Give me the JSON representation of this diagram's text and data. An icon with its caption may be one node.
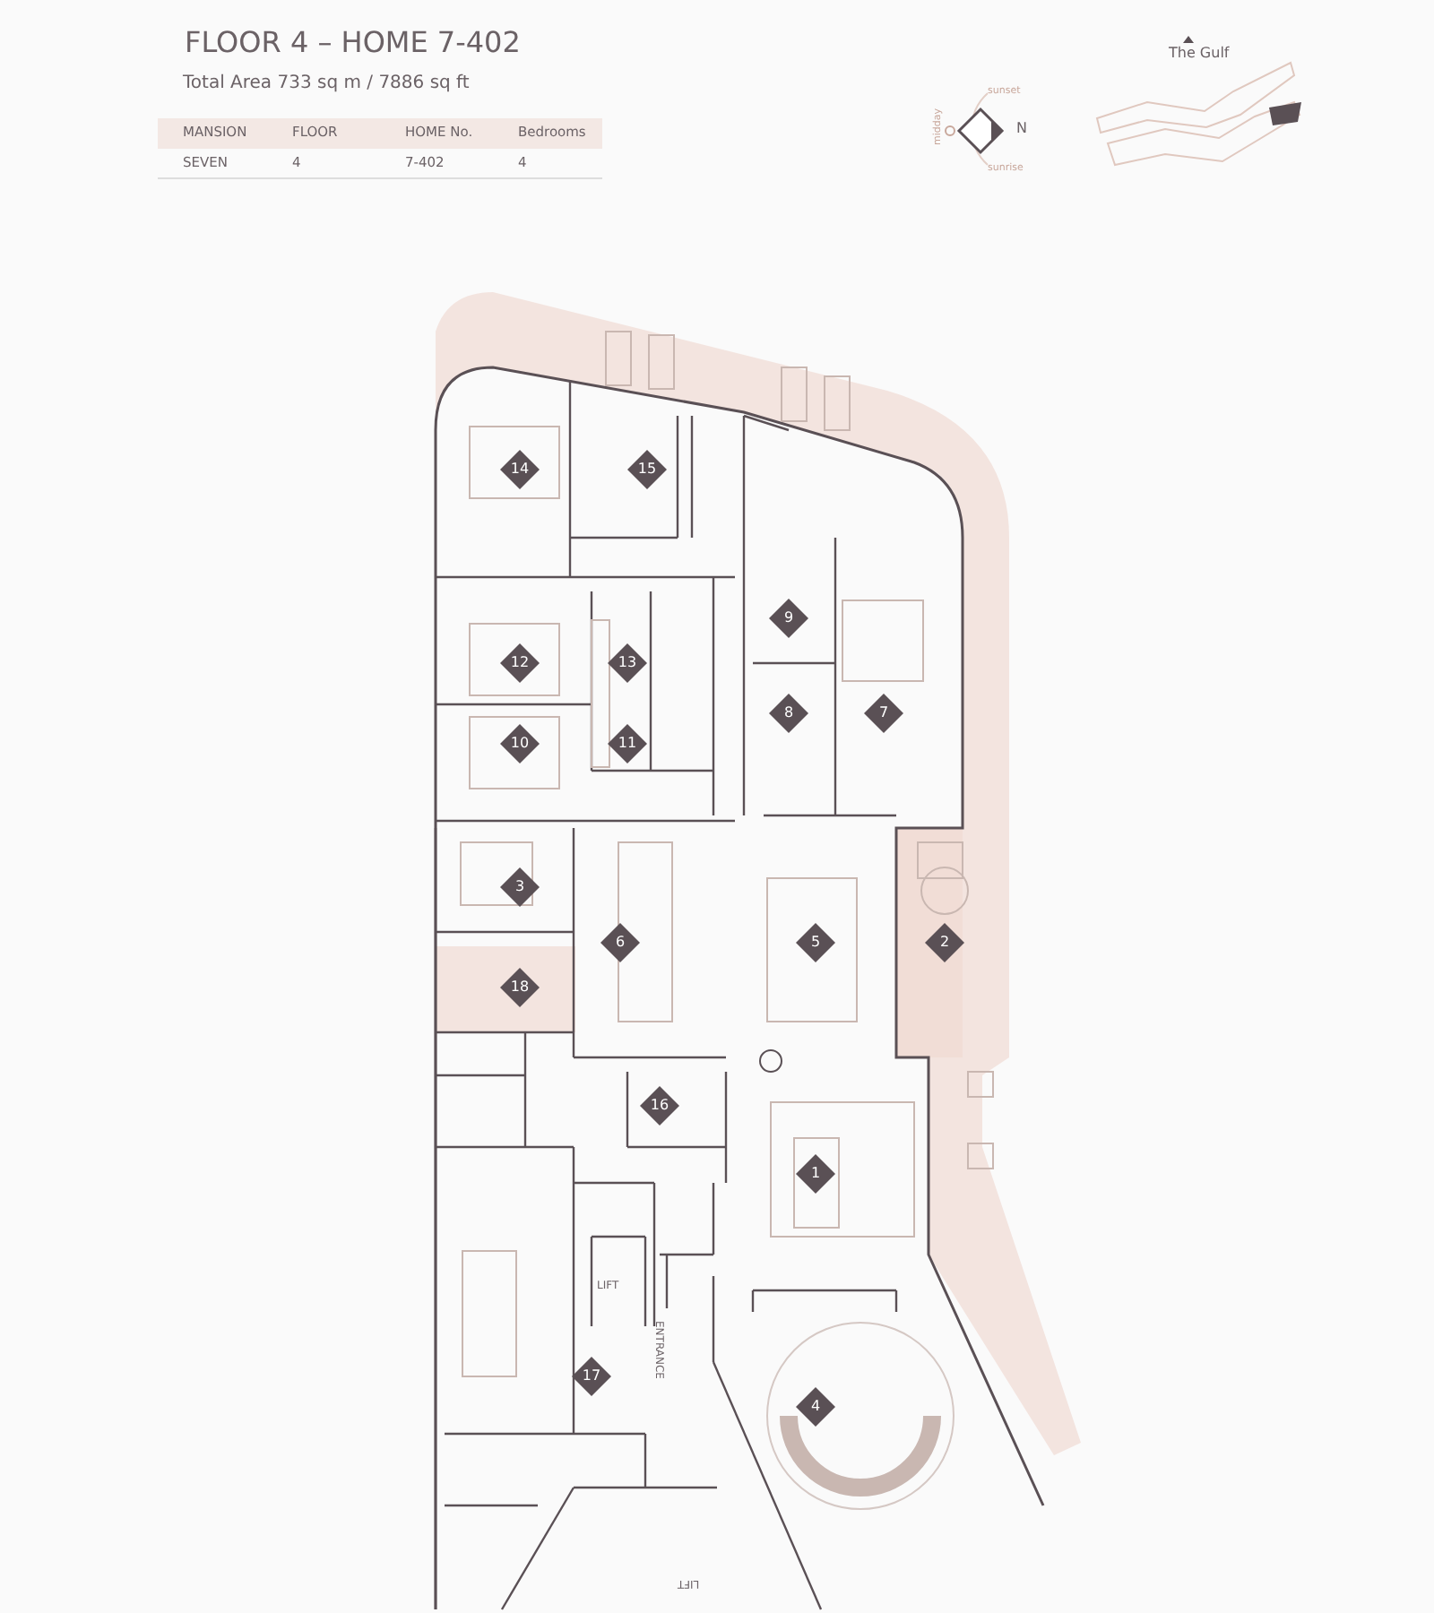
{
  "diagram": {
    "title": "FLOOR 4 – HOME 7-402",
    "nodes": [
      {
        "text": [
          "1"
        ]
      },
      {
        "text": [
          "2"
        ]
      },
      {
        "text": [
          "3"
        ]
      },
      {
        "text": [
          "4"
        ]
      },
      {
        "text": [
          "5"
        ]
      },
      {
        "text": [
          "6"
        ]
      },
      {
        "text": [
          "7"
        ]
      },
      {
        "text": [
          "8"
        ]
      },
      {
        "text": [
          "9"
        ]
      },
      {
        "text": [
          "10"
        ]
      },
      {
        "text": [
          "11"
        ]
      },
      {
        "text": [
          "12"
        ]
      },
      {
        "text": [
          "13"
        ]
      },
      {
        "text": [
          "14"
        ]
      },
      {
        "text": [
          "15"
        ]
      },
      {
        "text": [
          "16"
        ]
      },
      {
        "text": [
          "17"
        ]
      },
      {
        "text": [
          "18"
        ]
      }
    ],
    "edges": [],
    "labels": [
      "Total Area 733 sq m / 7886 sq ft",
      "MANSION",
      "FLOOR",
      "HOME No.",
      "Bedrooms",
      "SEVEN",
      "4",
      "7-402",
      "4",
      "The Gulf",
      "sunset",
      "midday",
      "N",
      "sunrise",
      "LIFT",
      "ENTRANCE",
      "LIFT"
    ]
  }
}
